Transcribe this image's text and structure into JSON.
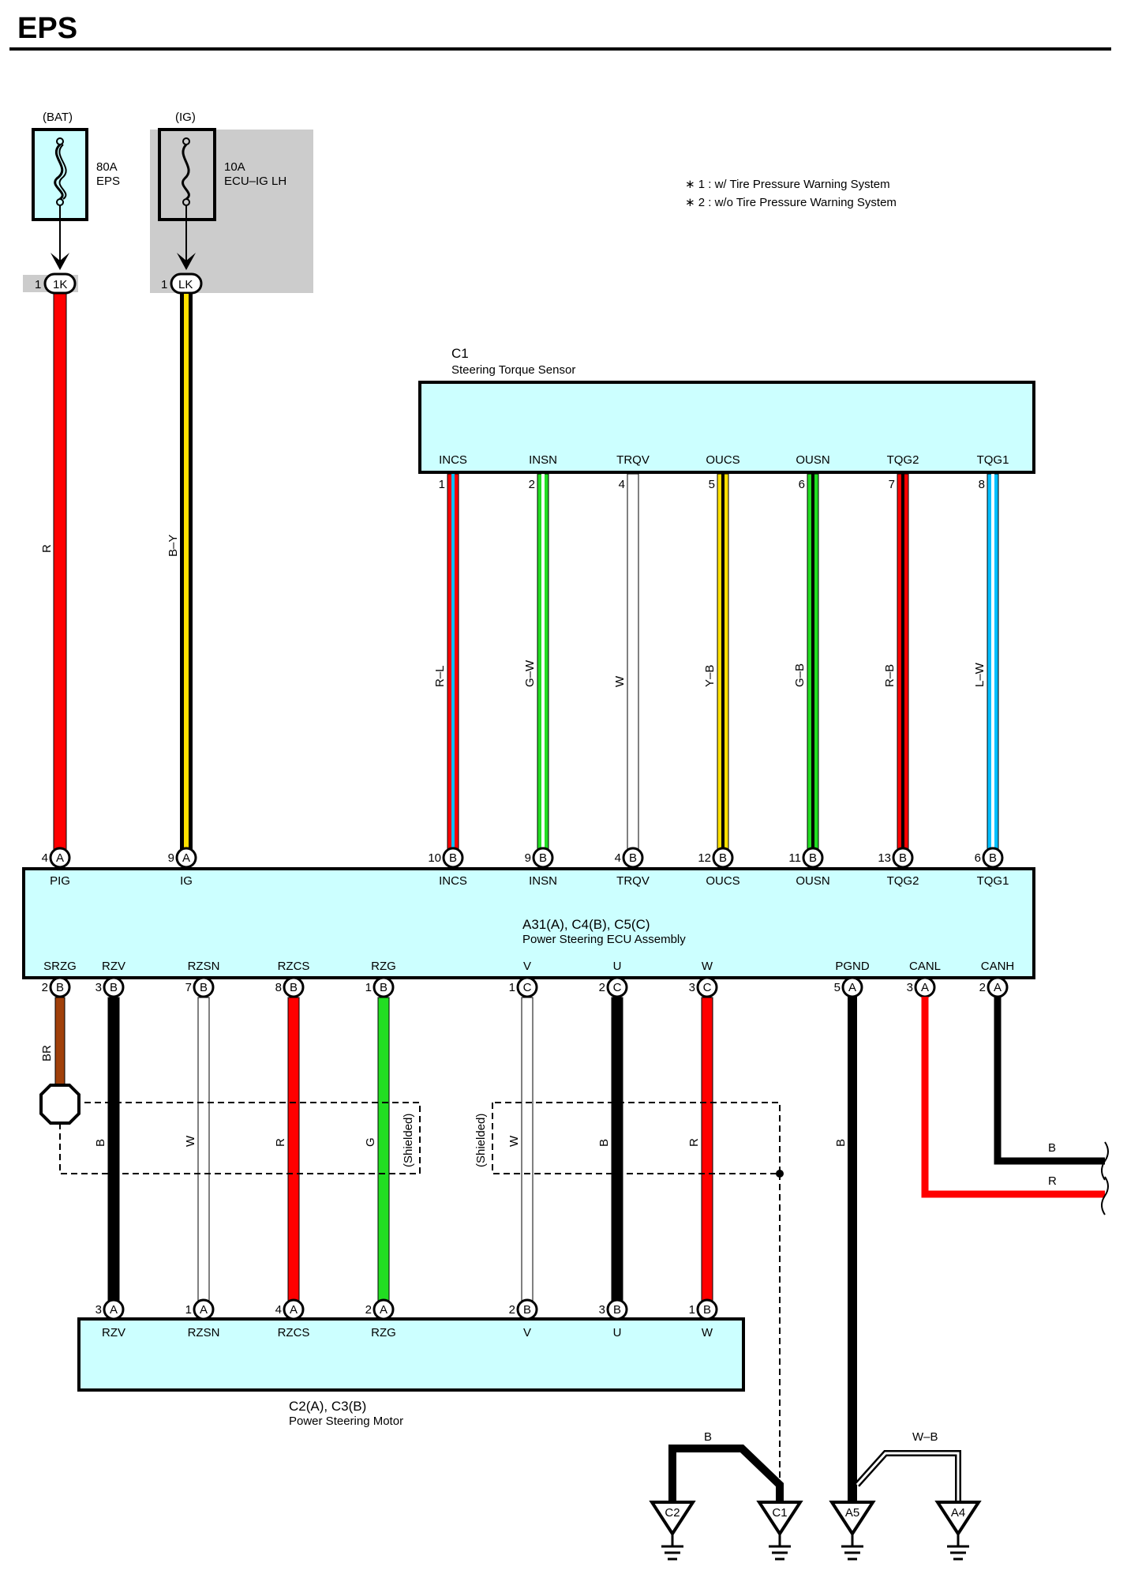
{
  "page": {
    "title": "EPS"
  },
  "notes": [
    "∗ 1 : w/ Tire Pressure Warning System",
    "∗ 2 : w/o Tire Pressure Warning System"
  ],
  "colors": {
    "R": "#ff0000",
    "B": "#000000",
    "Y": "#ffe000",
    "L": "#00bfff",
    "G": "#22dd22",
    "W": "#ffffff",
    "BR": "#a0400a",
    "box": "#ccffff",
    "shade": "#cccccc"
  },
  "fuses": {
    "bat": {
      "source": "(BAT)",
      "amp": "80A",
      "name": "EPS",
      "pin": "1",
      "conn": "1K",
      "wire": "R"
    },
    "ig": {
      "source": "(IG)",
      "amp": "10A",
      "name": "ECU–IG LH",
      "pin": "1",
      "conn": "LK",
      "wire": "B–Y"
    }
  },
  "sensor": {
    "code": "C1",
    "name": "Steering Torque Sensor",
    "pins": [
      {
        "label": "INCS",
        "pin": "1",
        "wire": "R–L"
      },
      {
        "label": "INSN",
        "pin": "2",
        "wire": "G–W"
      },
      {
        "label": "TRQV",
        "pin": "4",
        "wire": "W"
      },
      {
        "label": "OUCS",
        "pin": "5",
        "wire": "Y–B"
      },
      {
        "label": "OUSN",
        "pin": "6",
        "wire": "G–B"
      },
      {
        "label": "TQG2",
        "pin": "7",
        "wire": "R–B"
      },
      {
        "label": "TQG1",
        "pin": "8",
        "wire": "L–W"
      }
    ]
  },
  "ecu": {
    "code": "A31(A), C4(B), C5(C)",
    "name": "Power Steering ECU Assembly",
    "top_pins": [
      {
        "label": "PIG",
        "pin": "4",
        "conn": "A"
      },
      {
        "label": "IG",
        "pin": "9",
        "conn": "A"
      },
      {
        "label": "INCS",
        "pin": "10",
        "conn": "B"
      },
      {
        "label": "INSN",
        "pin": "9",
        "conn": "B"
      },
      {
        "label": "TRQV",
        "pin": "4",
        "conn": "B"
      },
      {
        "label": "OUCS",
        "pin": "12",
        "conn": "B"
      },
      {
        "label": "OUSN",
        "pin": "11",
        "conn": "B"
      },
      {
        "label": "TQG2",
        "pin": "13",
        "conn": "B"
      },
      {
        "label": "TQG1",
        "pin": "6",
        "conn": "B"
      }
    ],
    "bottom_pins": [
      {
        "label": "SRZG",
        "pin": "2",
        "conn": "B",
        "wire": "BR"
      },
      {
        "label": "RZV",
        "pin": "3",
        "conn": "B",
        "wire": "B"
      },
      {
        "label": "RZSN",
        "pin": "7",
        "conn": "B",
        "wire": "W"
      },
      {
        "label": "RZCS",
        "pin": "8",
        "conn": "B",
        "wire": "R"
      },
      {
        "label": "RZG",
        "pin": "1",
        "conn": "B",
        "wire": "G"
      },
      {
        "label": "V",
        "pin": "1",
        "conn": "C",
        "wire": "W"
      },
      {
        "label": "U",
        "pin": "2",
        "conn": "C",
        "wire": "B"
      },
      {
        "label": "W",
        "pin": "3",
        "conn": "C",
        "wire": "R"
      },
      {
        "label": "PGND",
        "pin": "5",
        "conn": "A",
        "wire": "B"
      },
      {
        "label": "CANL",
        "pin": "3",
        "conn": "A",
        "wire": "R"
      },
      {
        "label": "CANH",
        "pin": "2",
        "conn": "A",
        "wire": "B"
      }
    ]
  },
  "motor": {
    "code": "C2(A), C3(B)",
    "name": "Power Steering Motor",
    "pins": [
      {
        "label": "RZV",
        "pin": "3",
        "conn": "A"
      },
      {
        "label": "RZSN",
        "pin": "1",
        "conn": "A"
      },
      {
        "label": "RZCS",
        "pin": "4",
        "conn": "A"
      },
      {
        "label": "RZG",
        "pin": "2",
        "conn": "A"
      },
      {
        "label": "V",
        "pin": "2",
        "conn": "B"
      },
      {
        "label": "U",
        "pin": "3",
        "conn": "B"
      },
      {
        "label": "W",
        "pin": "1",
        "conn": "B"
      }
    ]
  },
  "shielded_label": "(Shielded)",
  "can_wires": {
    "canh": "B",
    "canl": "R"
  },
  "grounds": [
    {
      "label": "C2"
    },
    {
      "label": "C1"
    },
    {
      "label": "A5"
    },
    {
      "label": "A4"
    }
  ],
  "ground_wires": {
    "left": "B",
    "right": "W–B"
  }
}
